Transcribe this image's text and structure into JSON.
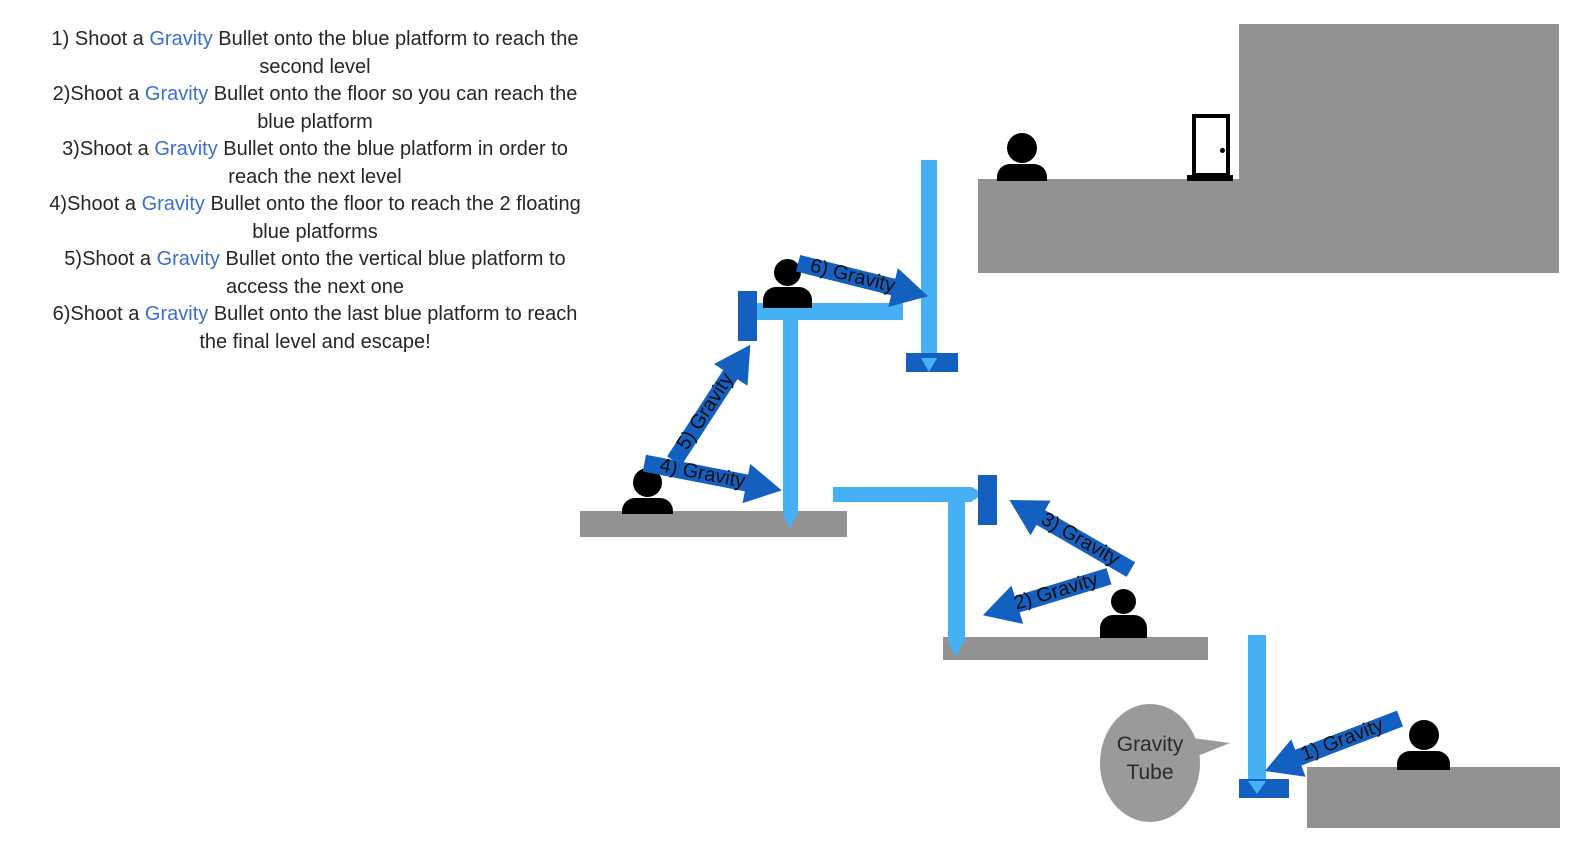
{
  "instructions": {
    "steps": [
      {
        "pre": "1) Shoot a ",
        "keyword": "Gravity",
        "rest": " Bullet onto the blue platform to reach the",
        "line2": "second level"
      },
      {
        "pre": "2)Shoot a ",
        "keyword": "Gravity",
        "rest": " Bullet onto the floor so you can reach the",
        "line2": "blue platform"
      },
      {
        "pre": "3)Shoot a ",
        "keyword": "Gravity",
        "rest": " Bullet onto the blue platform in order to",
        "line2": "reach the next level"
      },
      {
        "pre": "4)Shoot a ",
        "keyword": "Gravity",
        "rest": " Bullet onto the floor to reach the 2 floating",
        "line2": "blue platforms"
      },
      {
        "pre": "5)Shoot a ",
        "keyword": "Gravity",
        "rest": " Bullet onto the vertical blue platform to",
        "line2": "access the next one"
      },
      {
        "pre": "6)Shoot a ",
        "keyword": "Gravity",
        "rest": " Bullet onto the last blue platform to reach",
        "line2": "the final level and escape!"
      }
    ]
  },
  "diagram": {
    "arrows": [
      {
        "label": "1) Gravity"
      },
      {
        "label": "2) Gravity"
      },
      {
        "label": "3) Gravity"
      },
      {
        "label": "4) Gravity"
      },
      {
        "label": "5) Gravity"
      },
      {
        "label": "6) Gravity"
      }
    ],
    "speech_bubble": {
      "line1": "Gravity",
      "line2": "Tube"
    }
  },
  "colors": {
    "light_blue": "#45B1F4",
    "dark_blue": "#1460C0",
    "grey": "#929292",
    "keyword_blue": "#3B6FD1",
    "text": "#262626"
  }
}
